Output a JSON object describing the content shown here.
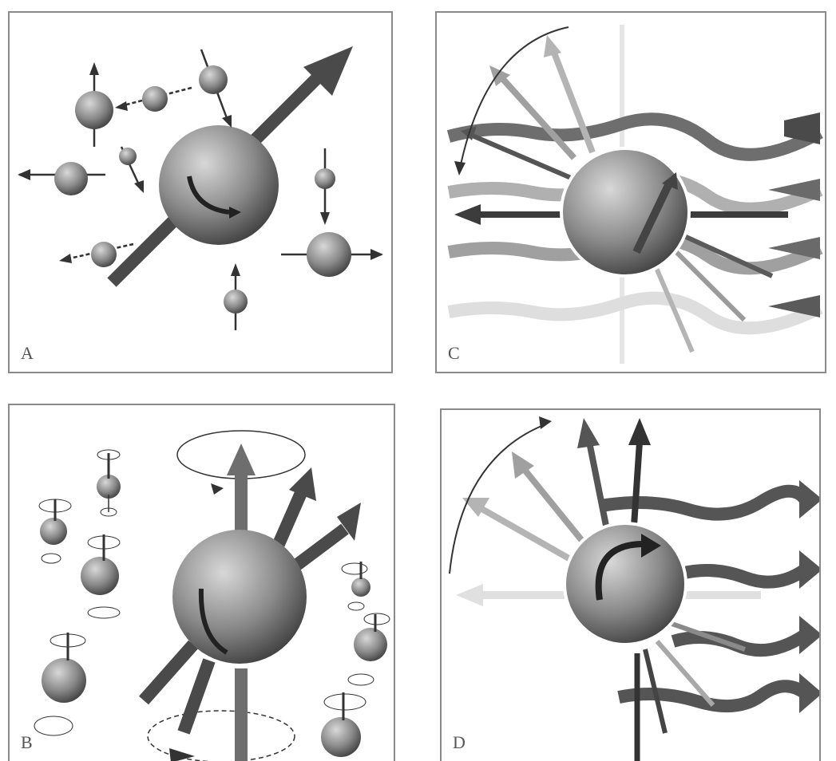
{
  "panels": {
    "a": {
      "label": "A"
    },
    "b": {
      "label": "B"
    },
    "c": {
      "label": "C"
    },
    "d": {
      "label": "D"
    }
  },
  "colors": {
    "arrow_dark": "#4a4a4a",
    "arrow_mid": "#7a7a7a",
    "arrow_light": "#a8a8a8",
    "arrow_faint": "#d2d2d2",
    "sphere_light": "#cfcfcf",
    "sphere_dark": "#3c3c3c",
    "border": "#8a8a8a"
  }
}
